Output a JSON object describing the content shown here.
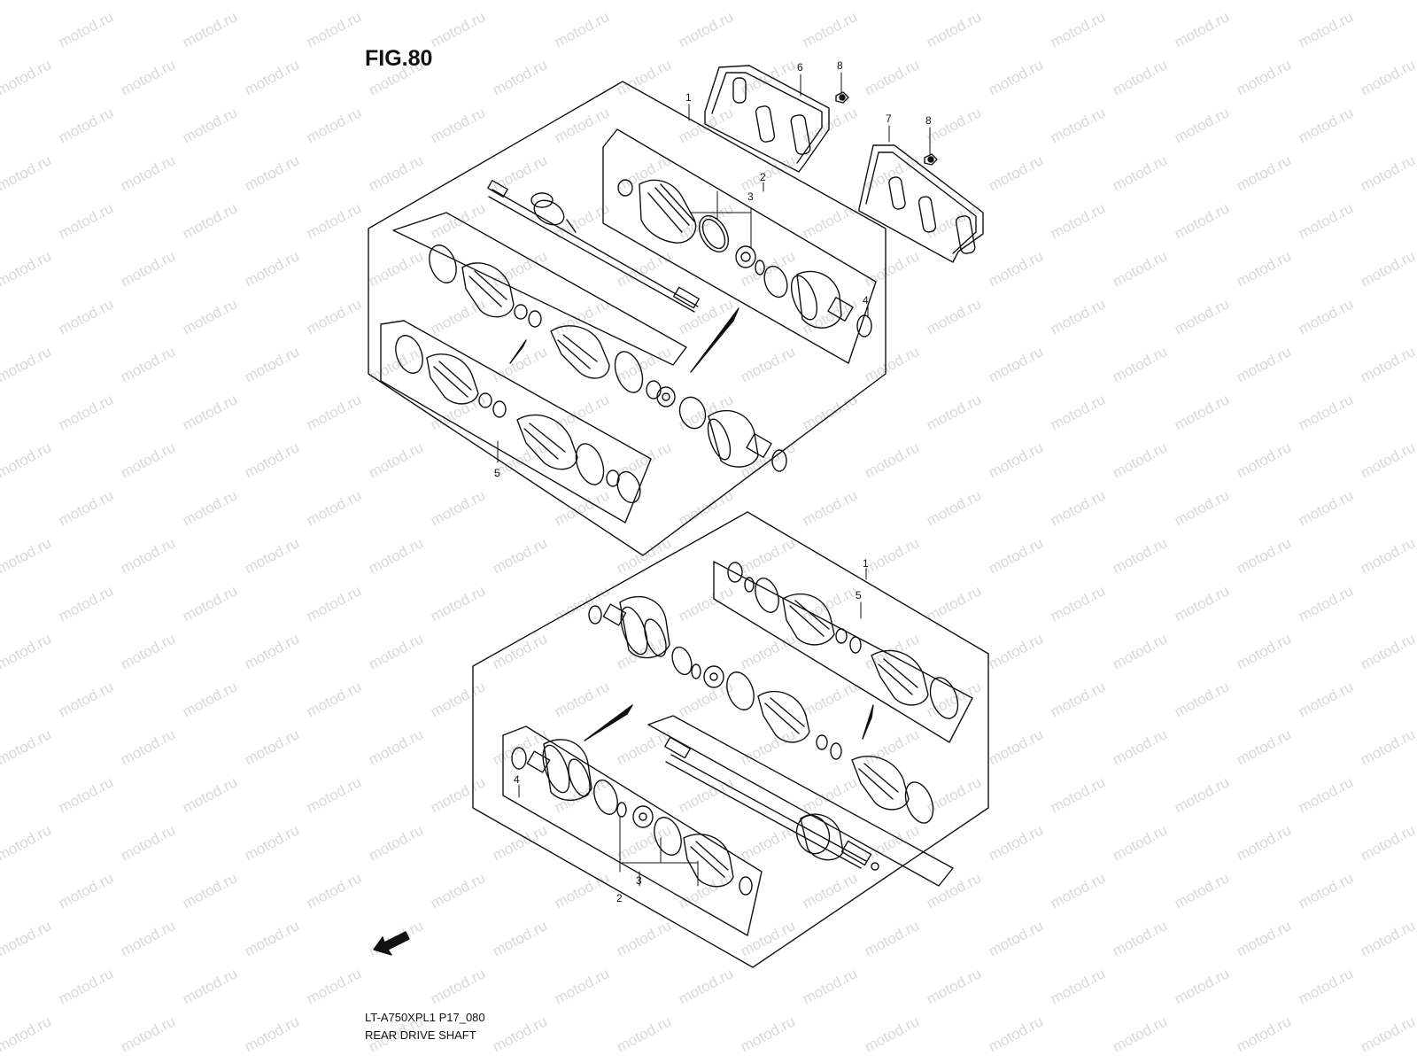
{
  "figure": {
    "title": "FIG.80",
    "model_code": "LT-A750XPL1 P17_080",
    "caption": "REAR DRIVE SHAFT"
  },
  "watermark": {
    "text": "motod.ru",
    "color": "#d9d9d9"
  },
  "fwd_arrow": {
    "label": "FWD",
    "icon": "fwd-arrow-icon"
  },
  "upper_group": {
    "callouts": {
      "c1": "1",
      "c2": "2",
      "c3": "3",
      "c4": "4",
      "c5": "5",
      "c6": "6",
      "c7": "7",
      "c8a": "8",
      "c8b": "8"
    }
  },
  "lower_group": {
    "callouts": {
      "c1": "1",
      "c2": "2",
      "c3": "3",
      "c4": "4",
      "c5": "5"
    }
  },
  "colors": {
    "line": "#111111",
    "background": "#ffffff"
  }
}
